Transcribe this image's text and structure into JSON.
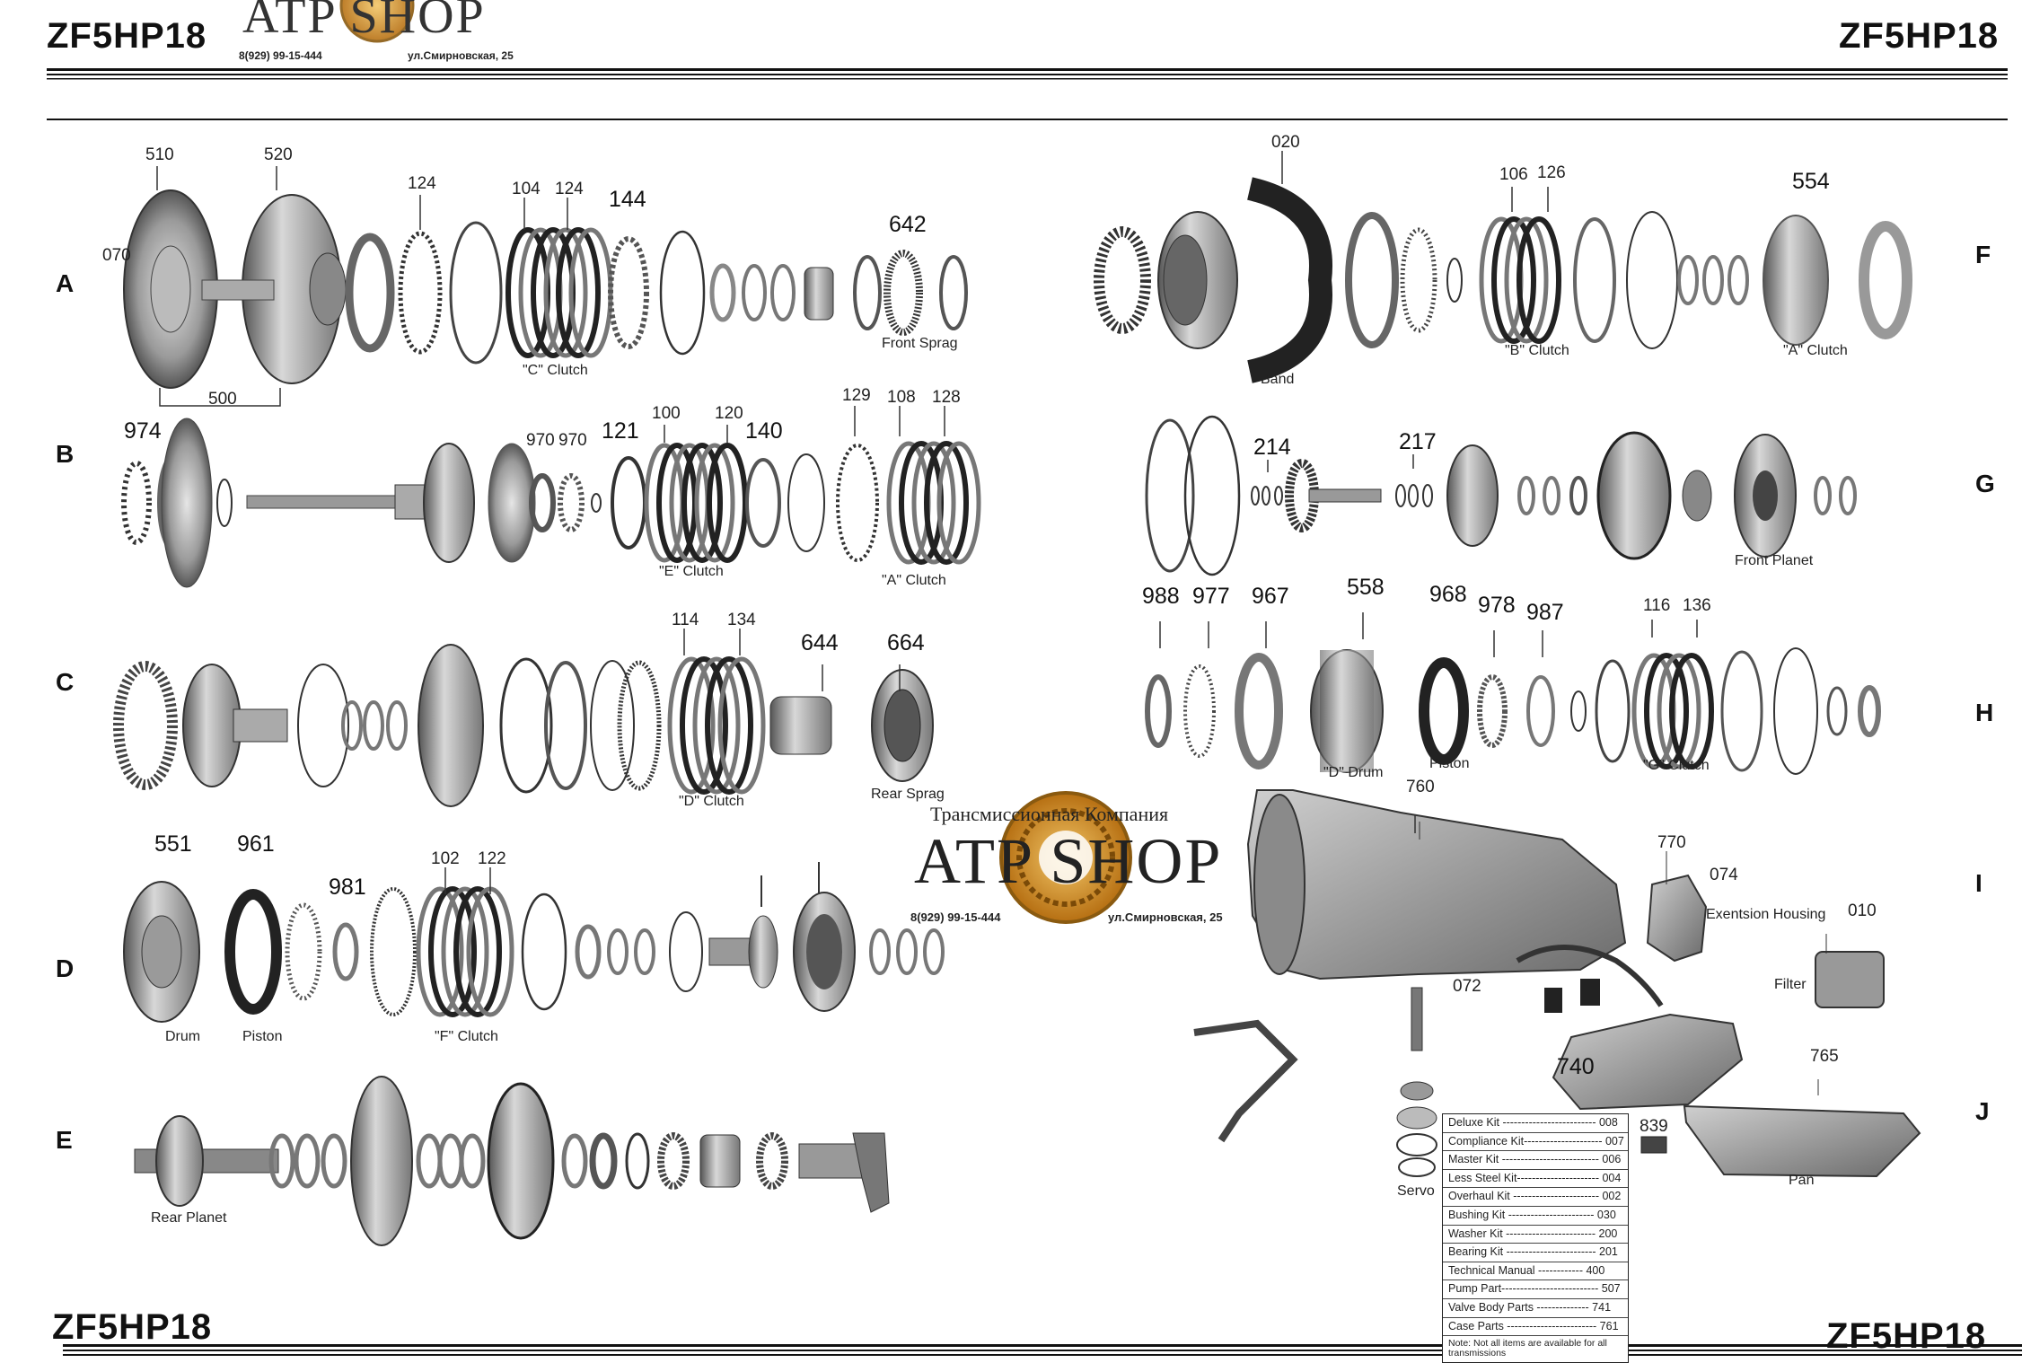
{
  "header": {
    "model_left": "ZF5HP18",
    "model_right": "ZF5HP18",
    "logo_name": "ATP SHOP",
    "phone": "8(929) 99-15-444",
    "address": "ул.Смирновская, 25"
  },
  "footer": {
    "model_left": "ZF5HP18",
    "model_right": "ZF5HP18"
  },
  "center_logo": {
    "tagline": "Трансмиссионная Компания",
    "name": "ATP SHOP",
    "phone": "8(929) 99-15-444",
    "address": "ул.Смирновская, 25"
  },
  "row_letters": {
    "left": [
      "A",
      "B",
      "C",
      "D",
      "E"
    ],
    "right": [
      "F",
      "G",
      "H",
      "I",
      "J"
    ]
  },
  "part_numbers": {
    "a_510": "510",
    "a_520": "520",
    "a_070": "070",
    "a_500": "500",
    "a_124a": "124",
    "a_104": "104",
    "a_124b": "124",
    "a_144": "144",
    "a_642": "642",
    "b_974": "974",
    "b_970a": "970",
    "b_970b": "970",
    "b_121": "121",
    "b_100": "100",
    "b_120": "120",
    "b_140": "140",
    "b_129": "129",
    "b_108": "108",
    "b_128": "128",
    "c_114": "114",
    "c_134": "134",
    "c_644": "644",
    "c_664": "664",
    "d_551": "551",
    "d_961": "961",
    "d_981": "981",
    "d_102": "102",
    "d_122": "122",
    "f_020": "020",
    "f_106": "106",
    "f_126": "126",
    "f_554": "554",
    "g_214": "214",
    "g_217": "217",
    "h_988": "988",
    "h_977": "977",
    "h_967": "967",
    "h_558": "558",
    "h_968": "968",
    "h_978": "978",
    "h_987": "987",
    "h_116": "116",
    "h_136": "136",
    "i_760": "760",
    "i_770": "770",
    "i_074": "074",
    "i_010": "010",
    "i_072": "072",
    "j_740": "740",
    "j_765": "765",
    "j_839": "839"
  },
  "captions": {
    "c_clutch": "\"C\" Clutch",
    "front_sprag": "Front Sprag",
    "e_clutch": "\"E\" Clutch",
    "a_clutch_b": "\"A\" Clutch",
    "d_clutch": "\"D\" Clutch",
    "rear_sprag": "Rear Sprag",
    "drum": "Drum",
    "piston_d": "Piston",
    "f_clutch": "\"F\" Clutch",
    "rear_planet": "Rear Planet",
    "band": "Band",
    "b_clutch": "\"B\" Clutch",
    "a_clutch_f": "\"A\" Clutch",
    "front_planet": "Front Planet",
    "d_drum": "\"D\" Drum",
    "piston_h": "Piston",
    "g_clutch": "\"G\" Clutch",
    "extension_housing": "Exentsion Housing",
    "filter": "Filter",
    "servo": "Servo",
    "pan": "Pan"
  },
  "kits": [
    {
      "label": "Deluxe Kit ------------------------- 008"
    },
    {
      "label": "Compliance Kit--------------------- 007"
    },
    {
      "label": "Master Kit -------------------------- 006"
    },
    {
      "label": "Less Steel Kit---------------------- 004"
    },
    {
      "label": "Overhaul Kit ----------------------- 002"
    },
    {
      "label": "Bushing Kit  ----------------------- 030"
    },
    {
      "label": "Washer Kit  ------------------------ 200"
    },
    {
      "label": "Bearing Kit  ------------------------ 201"
    },
    {
      "label": "Technical Manual  ------------ 400"
    },
    {
      "label": "Pump Part-------------------------- 507"
    },
    {
      "label": "Valve Body Parts  -------------- 741"
    },
    {
      "label": "Case Parts  ------------------------ 761"
    }
  ],
  "kit_note": "Note: Not all items are available for all transmissions",
  "colors": {
    "ink": "#111111",
    "part_dark": "#3a3a3a",
    "part_mid": "#8a8a8a",
    "part_light": "#c8c8c8",
    "logo_gold": "#c98a1a"
  }
}
